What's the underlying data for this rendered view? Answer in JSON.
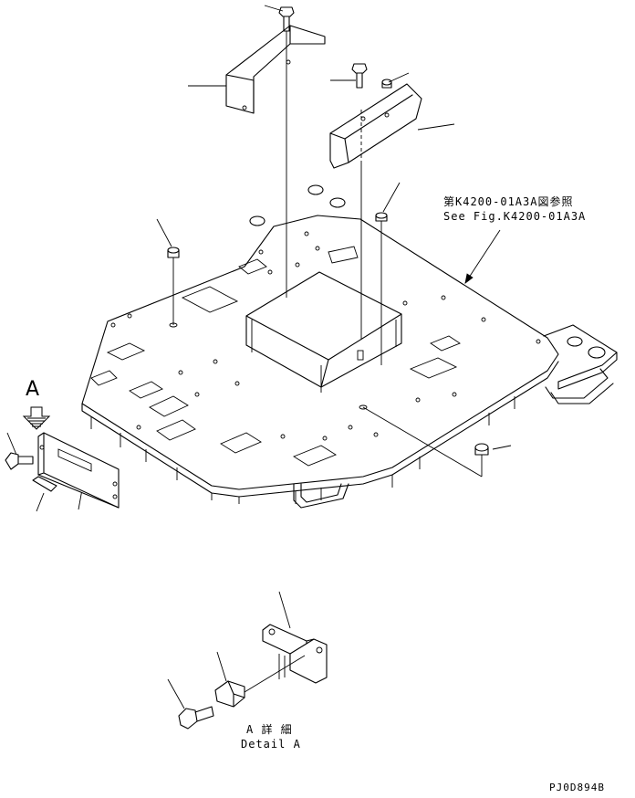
{
  "reference_note": {
    "line_jp": "第K4200-01A3A図参照",
    "line_en": "See Fig.K4200-01A3A"
  },
  "view_marker": {
    "letter": "A"
  },
  "detail_caption": {
    "line_jp": "A 詳 細",
    "line_en": "Detail A"
  },
  "drawing_code": "PJ0D894B"
}
